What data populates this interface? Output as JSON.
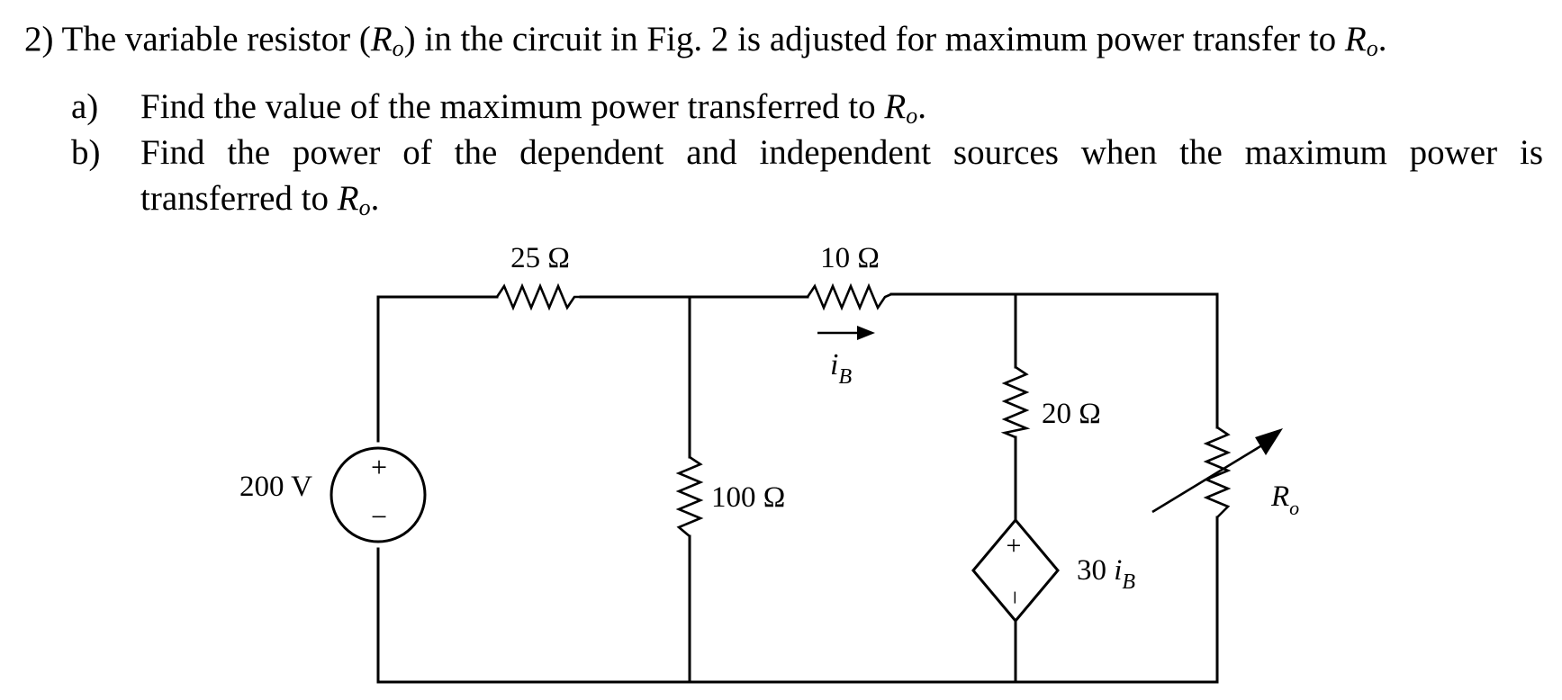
{
  "question": {
    "number": "2)",
    "intro_before": "The variable resistor (",
    "var": "R",
    "sub": "o",
    "intro_middle": ") in the circuit in Fig. 2 is adjusted for maximum power transfer to ",
    "intro_end": ".",
    "parts": [
      {
        "letter": "a)",
        "text": "Find the value of the maximum power transferred to ",
        "end": "."
      },
      {
        "letter": "b)",
        "text": "Find the power of the dependent and independent sources when the maximum power is",
        "text2": "transferred to ",
        "end": "."
      }
    ]
  },
  "circuit": {
    "source_voltage": "200 V",
    "source_plus": "+",
    "source_minus": "−",
    "r1_label": "25 Ω",
    "r2_label": "10 Ω",
    "r3_label": "100 Ω",
    "r4_label": "20 Ω",
    "current_var": "i",
    "current_sub": "B",
    "dep_coeff": "30 ",
    "dep_var": "i",
    "dep_sub": "B",
    "dep_plus": "+",
    "dep_minus": "−",
    "load_var": "R",
    "load_sub": "o"
  }
}
